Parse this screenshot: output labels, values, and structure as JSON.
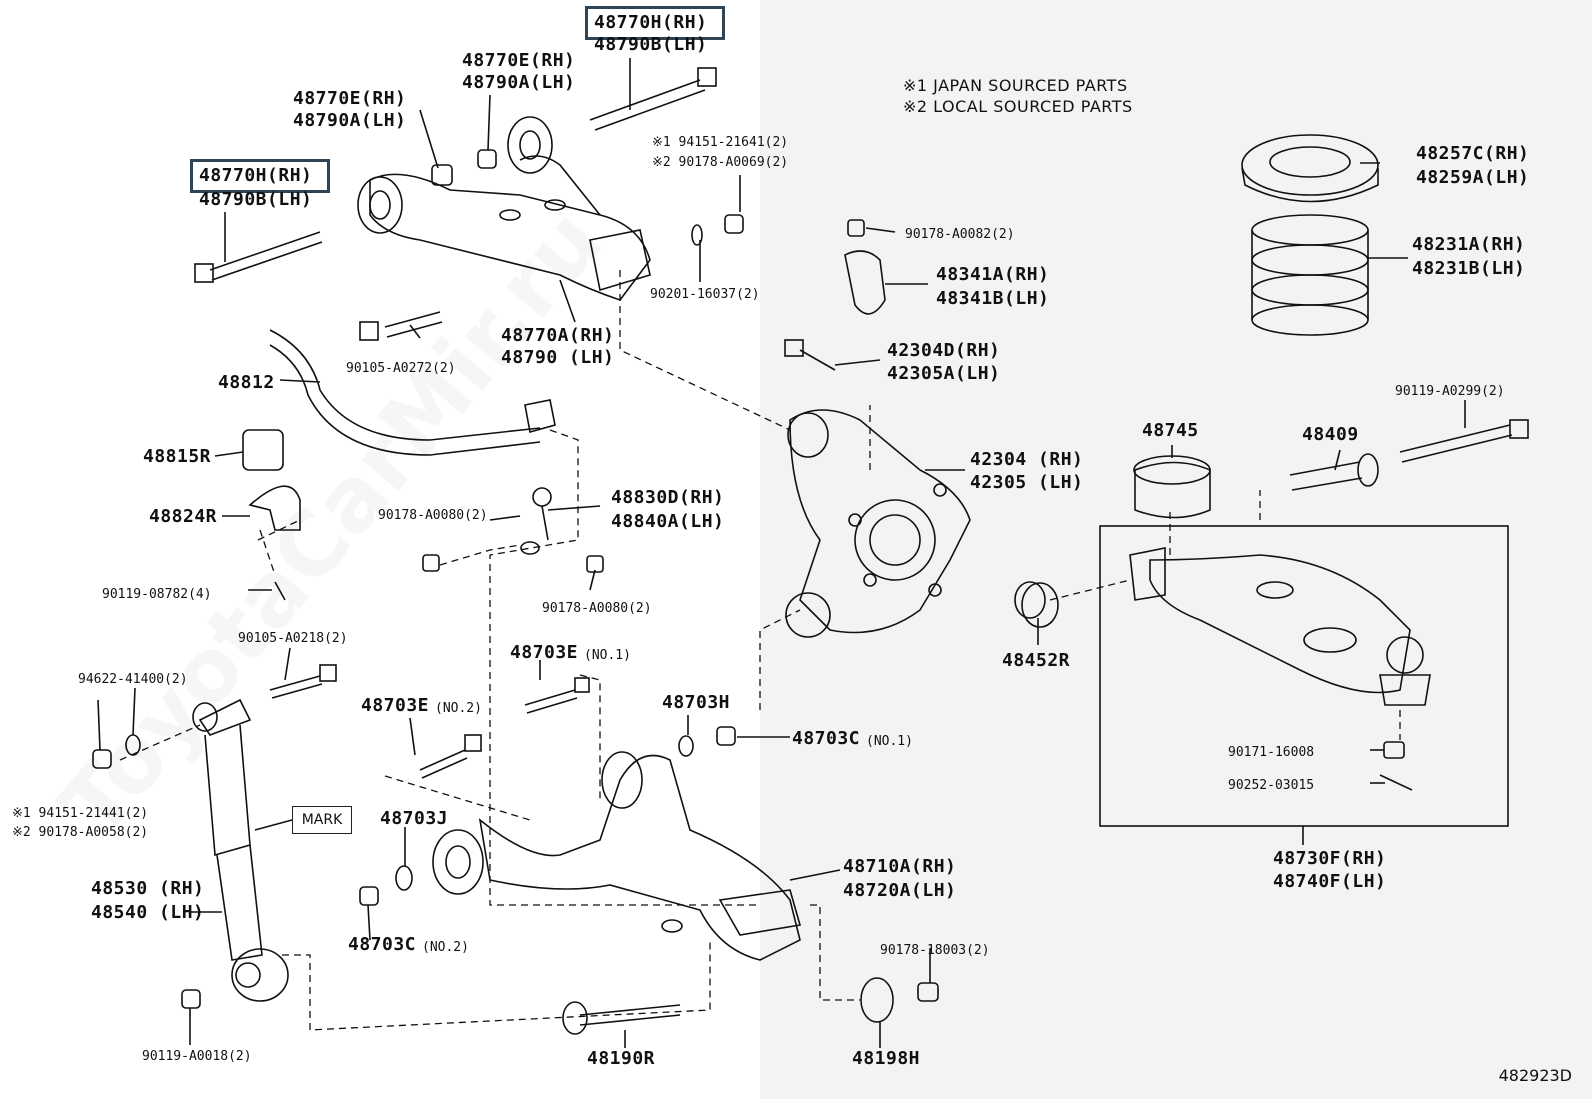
{
  "notes": {
    "japan": "※1 JAPAN SOURCED PARTS",
    "local": "※2 LOCAL SOURCED PARTS"
  },
  "watermark": "ToyotaCarMir.ru",
  "diagram_code": "482923D",
  "mark_label": "MARK",
  "labels": {
    "p48770h_top": "48770H(RH)",
    "p48790b_top": "48790B(LH)",
    "p48770e_a": "48770E(RH)",
    "p48790a_a": "48790A(LH)",
    "p48770e_b": "48770E(RH)",
    "p48790a_b": "48790A(LH)",
    "p48770h_left": "48770H(RH)",
    "p48790b_left": "48790B(LH)",
    "n94151_21641": "※1 94151-21641(2)",
    "n90178_a0069": "※2 90178-A0069(2)",
    "p90201_16037": "90201-16037(2)",
    "p48770a": "48770A(RH)",
    "p48790": "48790 (LH)",
    "p90105_a0272": "90105-A0272(2)",
    "p48812": "48812",
    "p48815r": "48815R",
    "p48824r": "48824R",
    "p90119_08782": "90119-08782(4)",
    "p90178_a0080_a": "90178-A0080(2)",
    "p48830d": "48830D(RH)",
    "p48840a": "48840A(LH)",
    "p90178_a0080_b": "90178-A0080(2)",
    "p90178_a0082": "90178-A0082(2)",
    "p48341a": "48341A(RH)",
    "p48341b": "48341B(LH)",
    "p42304d": "42304D(RH)",
    "p42305a": "42305A(LH)",
    "p42304": "42304 (RH)",
    "p42305": "42305 (LH)",
    "p48257c": "48257C(RH)",
    "p48259a": "48259A(LH)",
    "p48231a": "48231A(RH)",
    "p48231b": "48231B(LH)",
    "p90119_a0299": "90119-A0299(2)",
    "p48745": "48745",
    "p48409": "48409",
    "p48452r": "48452R",
    "p90171_16008": "90171-16008",
    "p90252_03015": "90252-03015",
    "p48730f": "48730F(RH)",
    "p48740f": "48740F(LH)",
    "p90105_a0218": "90105-A0218(2)",
    "p94622_41400": "94622-41400(2)",
    "n94151_21441": "※1 94151-21441(2)",
    "n90178_a0058": "※2 90178-A0058(2)",
    "p48530": "48530 (RH)",
    "p48540": "48540 (LH)",
    "p90119_a0018": "90119-A0018(2)",
    "p48703e_no1": "48703E",
    "p48703e_no1_sub": "(NO.1)",
    "p48703e_no2": "48703E",
    "p48703e_no2_sub": "(NO.2)",
    "p48703h": "48703H",
    "p48703c_no1": "48703C",
    "p48703c_no1_sub": "(NO.1)",
    "p48703j": "48703J",
    "p48703c_no2": "48703C",
    "p48703c_no2_sub": "(NO.2)",
    "p48710a": "48710A(RH)",
    "p48720a": "48720A(LH)",
    "p90178_18003": "90178-18003(2)",
    "p48190r": "48190R",
    "p48198h": "48198H"
  }
}
